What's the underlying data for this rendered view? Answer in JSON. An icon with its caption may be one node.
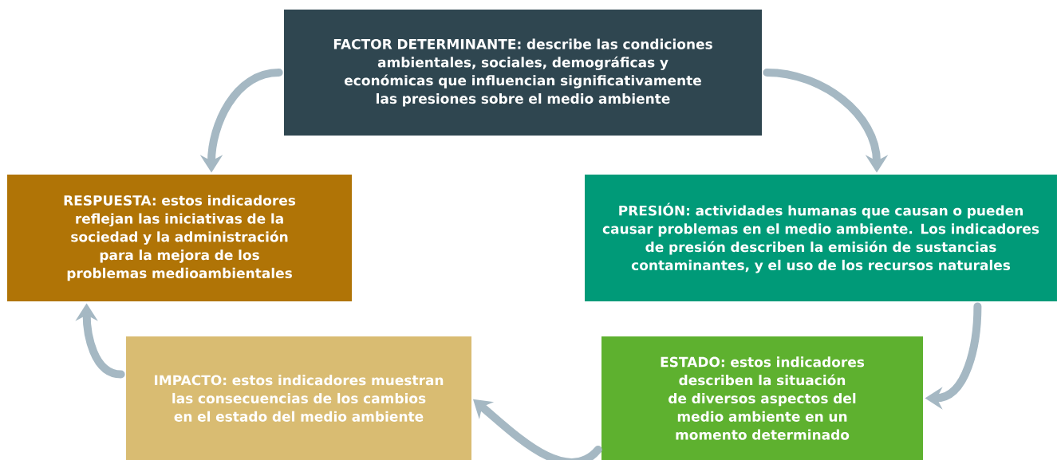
{
  "diagram": {
    "nodes": [
      {
        "text": [
          "FACTOR DETERMINANTE: describe las condiciones ambientales, sociales, demográficas y económicas que influencian significativamente las presiones sobre el medio ambiente"
        ]
      },
      {
        "text": [
          "PRESIÓN: actividades humanas que causan o pueden causar problemas en el medio ambiente. Los indicadores de presión describen la emisión de sustancias contaminantes, y el uso de los recursos naturales"
        ]
      },
      {
        "text": [
          "ESTADO: estos indicadores describen la situación de diversos aspectos del medio ambiente en un momento determinado"
        ]
      },
      {
        "text": [
          "IMPACTO: estos indicadores muestran las consecuencias de los cambios en el estado del medio ambiente"
        ]
      },
      {
        "text": [
          "RESPUESTA: estos indicadores reflejan las iniciativas de la sociedad y la administración para la mejora de los problemas medioambientales"
        ]
      }
    ],
    "edges": [
      {
        "from": 0,
        "to": 1,
        "arrow": "to"
      },
      {
        "from": 1,
        "to": 2,
        "arrow": "to"
      },
      {
        "from": 2,
        "to": 3,
        "arrow": "to"
      },
      {
        "from": 3,
        "to": 4,
        "arrow": "to"
      },
      {
        "from": 0,
        "to": 4,
        "arrow": "to"
      }
    ]
  }
}
